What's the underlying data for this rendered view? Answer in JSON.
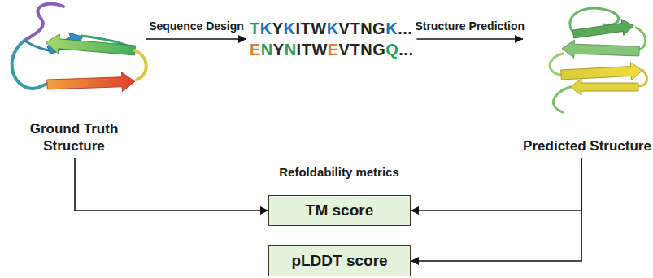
{
  "diagram": {
    "nodes": [
      {
        "text": [
          "Ground Truth Structure"
        ]
      },
      {
        "text": [
          "TKYKITWKVTNGK...",
          "ENYNITWEVTNGQ..."
        ]
      },
      {
        "text": [
          "Predicted Structure"
        ]
      },
      {
        "text": [
          "TM score"
        ]
      },
      {
        "text": [
          "pLDDT score"
        ]
      }
    ],
    "edges": [
      {
        "from": 0,
        "to": 1,
        "label": "Sequence Design",
        "arrow": "to"
      },
      {
        "from": 1,
        "to": 2,
        "label": "Structure Prediction",
        "arrow": "to"
      },
      {
        "from": 0,
        "to": 3,
        "arrow": "to"
      },
      {
        "from": 2,
        "to": 3,
        "arrow": "to"
      },
      {
        "from": 2,
        "to": 4,
        "arrow": "to"
      }
    ],
    "labels": [
      "Refoldability metrics"
    ]
  }
}
